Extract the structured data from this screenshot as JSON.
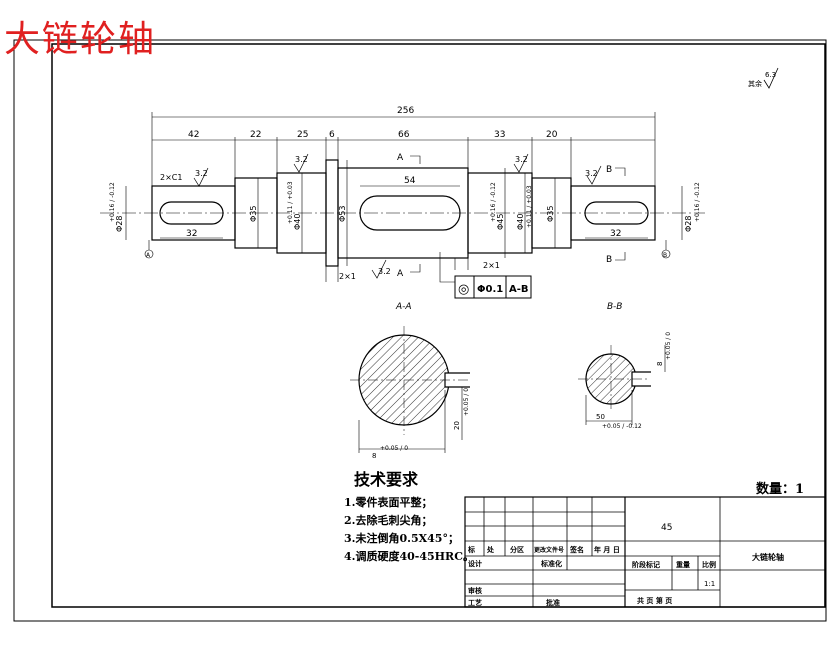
{
  "watermark": "大链轮轴",
  "roughness_note": {
    "prefix": "其余",
    "value": "6.3"
  },
  "dims": {
    "overall": "256",
    "seg1": "42",
    "seg2": "22",
    "seg3": "25",
    "seg4": "6",
    "seg5": "66",
    "seg6": "33",
    "seg7": "20",
    "key1": "32",
    "key2": "54",
    "key3": "32",
    "chamfer_left": "2×C1",
    "chamfer1": "2×1",
    "chamfer2": "2×1",
    "d1": "Φ28",
    "d1_tol": "+0.16 / -0.12",
    "d2": "Φ35",
    "d3": "Φ40",
    "d3_tol": "+0.11 / +0.03",
    "d4": "Φ53",
    "d5": "Φ45",
    "d5_tol": "+0.16 / -0.12",
    "d6": "Φ40",
    "d6_tol": "+0.11 / +0.03",
    "d7": "Φ35",
    "d8": "Φ28",
    "d8_tol": "+0.16 / -0.12",
    "rough": "3.2"
  },
  "section_marks": {
    "a": "A",
    "b": "B"
  },
  "datum_left": "A",
  "datum_right": "B",
  "tolerance_frame": {
    "symbol": "◎",
    "value": "Φ0.1",
    "datum": "A-B"
  },
  "section_aa": {
    "title": "A-A",
    "width": "8",
    "width_tol": "+0.05 / 0",
    "depth": "20",
    "depth_tol": "+0.05 / 0"
  },
  "section_bb": {
    "title": "B-B",
    "width": "8",
    "width_tol": "+0.05 / 0",
    "depth": "50",
    "depth_tol": "+0.05 / -0.12"
  },
  "tech_req": {
    "title": "技术要求",
    "items": [
      "1.零件表面平整；",
      "2.去除毛刺尖角；",
      "3.未注倒角0.5X45°；",
      "4.调质硬度40-45HRC。"
    ]
  },
  "quantity": "数量：1",
  "title_block": {
    "material": "45",
    "part_name": "大链轮轴",
    "scale": "1:1",
    "row_headers": [
      "标",
      "处",
      "分区",
      "更改文件号",
      "签名",
      "年 月 日"
    ],
    "design": "设计",
    "standard": "标准化",
    "stage": "阶段标记",
    "weight": "重量",
    "scale_label": "比例",
    "check": "审核",
    "process": "工艺",
    "approve": "批准",
    "sheets": "共  页  第  页"
  }
}
